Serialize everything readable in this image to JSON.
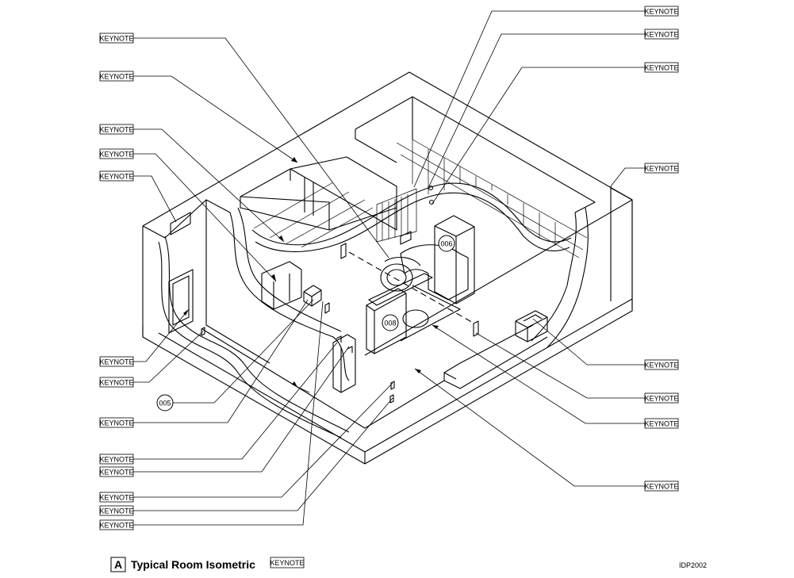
{
  "keynote_label": "KEYNOTE",
  "room_tags": [
    "005",
    "006",
    "008"
  ],
  "title_block": {
    "view_letter": "A",
    "view_title": "Typical Room Isometric",
    "keynote_label": "KEYNOTE"
  },
  "drawing_id": "IDP2002"
}
